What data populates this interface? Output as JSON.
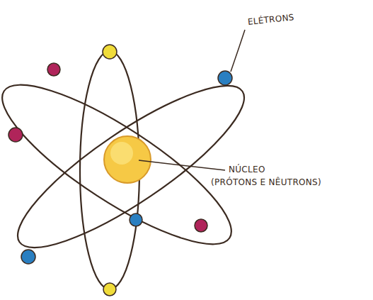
{
  "diagram": {
    "labels": [
      "ELÉTRONS",
      "NÚCLEO",
      "(PRÓTONS E NÊUTRONS)"
    ]
  }
}
